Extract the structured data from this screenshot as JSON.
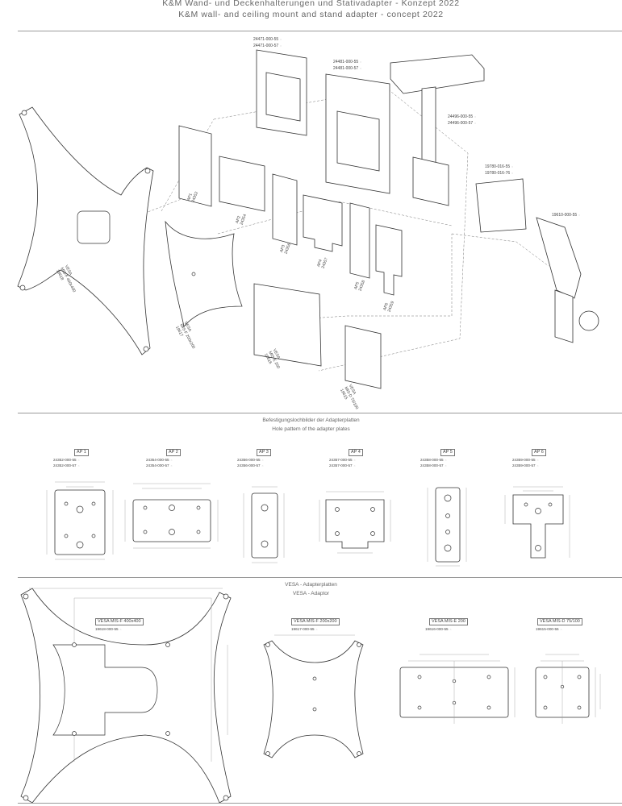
{
  "header": {
    "title_de": "K&M Wand- und Deckenhalterungen und Stativadapter - Konzept 2022",
    "title_en": "K&M wall- and ceiling mount and stand adapter - concept 2022"
  },
  "exploded": {
    "mounts": [
      {
        "codes": [
          "24471-000-55",
          "24471-000-57"
        ]
      },
      {
        "codes": [
          "24481-000-55",
          "24481-000-57"
        ]
      },
      {
        "codes": [
          "24496-000-55",
          "24496-000-57"
        ]
      },
      {
        "codes": [
          "19780-016-55",
          "19780-016-76"
        ]
      },
      {
        "codes": [
          "19610-000-55"
        ]
      }
    ],
    "plates": [
      {
        "name": "AP1",
        "code": "24352"
      },
      {
        "name": "AP2",
        "code": "24354"
      },
      {
        "name": "AP3",
        "code": "24356"
      },
      {
        "name": "AP4",
        "code": "24357"
      },
      {
        "name": "AP5",
        "code": "24358"
      },
      {
        "name": "AP6",
        "code": "24359"
      }
    ],
    "vesa": [
      {
        "l1": "VESA",
        "l2": "MIS-F 400x400",
        "l3": "19618"
      },
      {
        "l1": "VESA",
        "l2": "MIS-F 200x200",
        "l3": "19617"
      },
      {
        "l1": "VESA",
        "l2": "MIS-E 200",
        "l3": "19616"
      },
      {
        "l1": "VESA",
        "l2": "MIS-D 75/100",
        "l3": "19615"
      }
    ]
  },
  "hole_pattern": {
    "title_de": "Befestigungslochbilder der Adapterplatten",
    "title_en": "Hole pattern of the adapter plates",
    "plates": [
      {
        "name": "AP 1",
        "codes": [
          "24352-000-55",
          "24352-000-57"
        ]
      },
      {
        "name": "AP 2",
        "codes": [
          "24354-000-55",
          "24354-000-57"
        ]
      },
      {
        "name": "AP 3",
        "codes": [
          "24356-000-55",
          "24356-000-57"
        ]
      },
      {
        "name": "AP 4",
        "codes": [
          "24357-000-55",
          "24357-000-57"
        ]
      },
      {
        "name": "AP 5",
        "codes": [
          "24358-000-55",
          "24358-000-57"
        ]
      },
      {
        "name": "AP 6",
        "codes": [
          "24359-000-55",
          "24359-000-57"
        ]
      }
    ]
  },
  "vesa_section": {
    "title_de": "VESA - Adapterplatten",
    "title_en": "VESA - Adaptor",
    "plates": [
      {
        "name": "VESA MIS-F 400x400",
        "code": "19618-000-55"
      },
      {
        "name": "VESA MIS-F 200x200",
        "code": "19617-000-55"
      },
      {
        "name": "VESA MIS-E 200",
        "code": "19616-000-55"
      },
      {
        "name": "VESA MIS-D 75/100",
        "code": "19615-000-55"
      }
    ]
  }
}
